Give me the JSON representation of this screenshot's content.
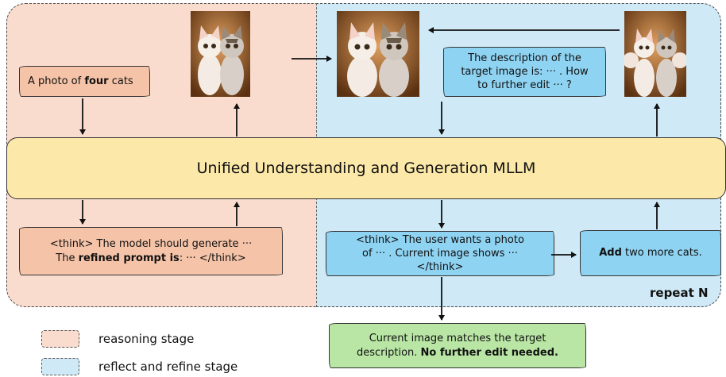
{
  "stages": {
    "reasoning_color": "#f9dccd",
    "reflect_color": "#cfeaf6"
  },
  "colors": {
    "orange_box": "#f5c3a8",
    "blue_box": "#8fd3f2",
    "yellow_box": "#fce8a8",
    "green_box": "#b9e6a5"
  },
  "prompt_box": {
    "prefix": "A photo of ",
    "bold": "four",
    "suffix": " cats"
  },
  "question_box": {
    "text": "The description of the target image is: ··· . How to further edit ··· ?"
  },
  "mllm_box": {
    "text": "Unified Understanding and Generation MLLM"
  },
  "think_box_left": {
    "line1": "<think> The model should generate ···",
    "line2_prefix": "The ",
    "line2_bold": "refined prompt is",
    "line2_suffix": ": ··· </think>"
  },
  "think_box_right": {
    "text": "<think> The user wants a photo of ··· . Current image shows ··· </think>"
  },
  "add_box": {
    "bold": "Add",
    "suffix": " two more cats."
  },
  "repeat_label": "repeat N",
  "final_box": {
    "line1": "Current image matches the target",
    "line2_prefix": "description. ",
    "line2_bold": "No further edit needed."
  },
  "legend": {
    "reasoning": "reasoning stage",
    "reflect": "reflect and refine stage"
  },
  "images": [
    {
      "name": "two-cats-image-left",
      "cats": 2
    },
    {
      "name": "two-cats-image-middle",
      "cats": 2
    },
    {
      "name": "four-cats-image-right",
      "cats": 4
    }
  ]
}
